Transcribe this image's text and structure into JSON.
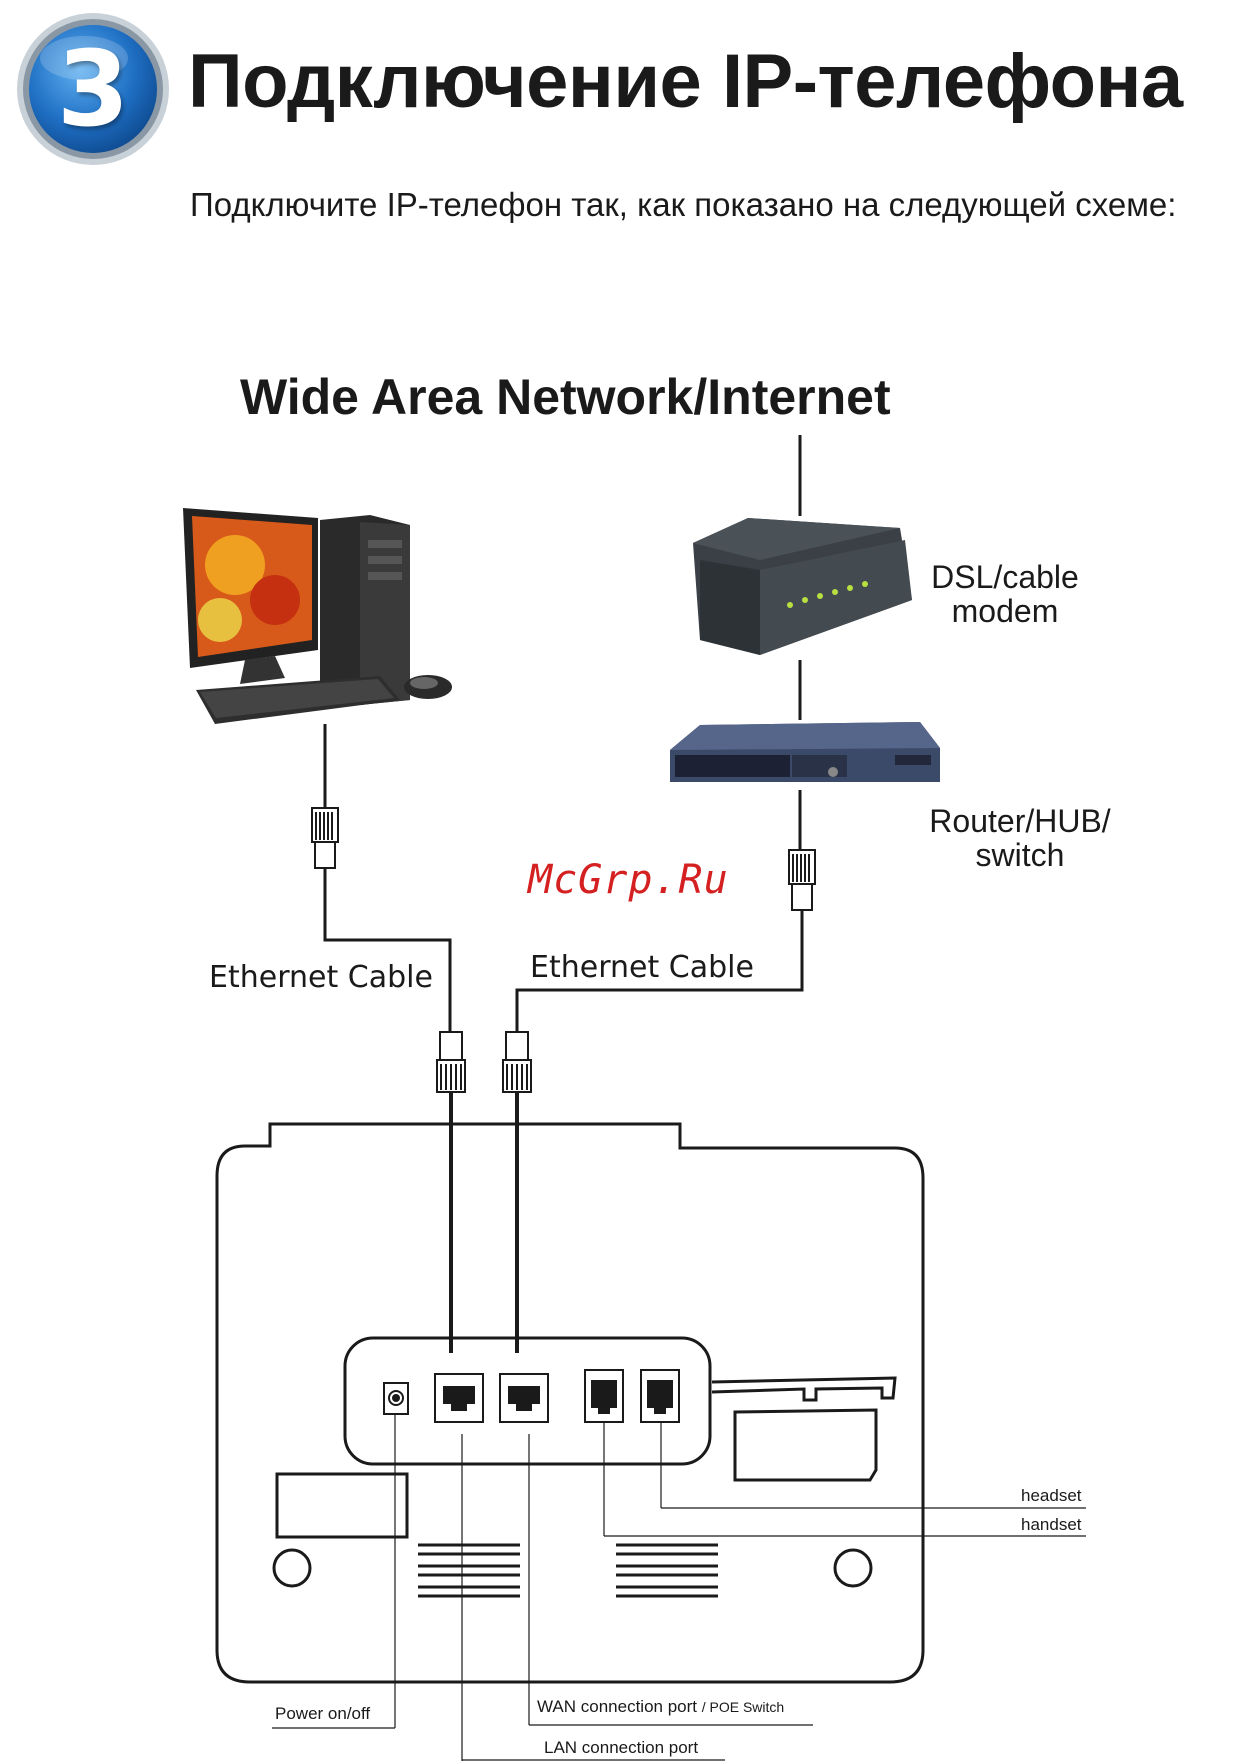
{
  "header": {
    "step_number": "3",
    "title": "Подключение IP-телефона",
    "subtitle": "Подключите IP-телефон так, как показано на следующей схеме:"
  },
  "diagram": {
    "network_title": "Wide Area Network/Internet",
    "modem_label_line1": "DSL/cable",
    "modem_label_line2": "modem",
    "switch_label_line1": "Router/HUB/",
    "switch_label_line2": "switch",
    "cable_left": "Ethernet Cable",
    "cable_right": "Ethernet Cable",
    "watermark": "McGrp.Ru",
    "ports": {
      "headset": "headset",
      "handset": "handset",
      "power": "Power on/off",
      "wan": "WAN connection port",
      "wan_suffix": "/ POE Switch",
      "lan": "LAN connection port"
    }
  },
  "colors": {
    "badge_blue": "#1f6fc4",
    "badge_ring": "#b9c4cf",
    "line": "#1a1a1a",
    "watermark": "#d42020"
  }
}
